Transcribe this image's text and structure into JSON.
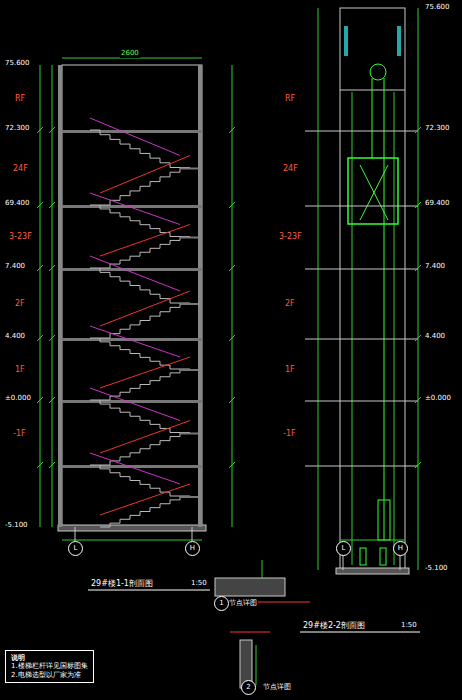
{
  "diagram": {
    "nodes": [
      {
        "text": [
          "L"
        ]
      },
      {
        "text": [
          "H"
        ]
      },
      {
        "text": [
          "L"
        ]
      },
      {
        "text": [
          "H"
        ]
      },
      {
        "text": [
          "1"
        ]
      },
      {
        "text": [
          "2"
        ]
      },
      {
        "text": [
          "说明",
          "1.楼梯栏杆详见国标图集",
          "2.电梯选型以厂家为准"
        ]
      }
    ],
    "labels": [
      "RF",
      "24F",
      "3-23F",
      "2F",
      "1F",
      "-1F",
      "RF",
      "24F",
      "3-23F",
      "2F",
      "1F",
      "-1F",
      "75.600",
      "72.300",
      "69.400",
      "7.400",
      "4.400",
      "±0.000",
      "-5.100",
      "75.600",
      "72.300",
      "69.400",
      "7.400",
      "4.400",
      "±0.000",
      "-5.100",
      "2600",
      "29#楼1-1剖面图",
      "1:50",
      "29#楼2-2剖面图",
      "1:50",
      "节点详图",
      "节点详图"
    ]
  }
}
